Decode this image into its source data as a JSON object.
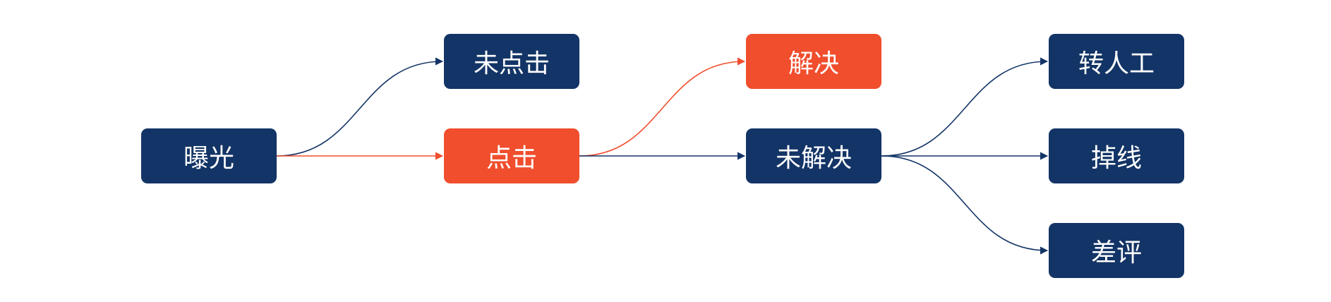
{
  "diagram": {
    "colors": {
      "primary": "#133466",
      "highlight": "#f04e2d",
      "text": "#ffffff",
      "background": "#ffffff"
    },
    "nodes": {
      "exposure": {
        "label": "曝光",
        "highlighted": false
      },
      "no_click": {
        "label": "未点击",
        "highlighted": false
      },
      "click": {
        "label": "点击",
        "highlighted": true
      },
      "resolved": {
        "label": "解决",
        "highlighted": true
      },
      "unresolved": {
        "label": "未解决",
        "highlighted": false
      },
      "transfer": {
        "label": "转人工",
        "highlighted": false
      },
      "dropped": {
        "label": "掉线",
        "highlighted": false
      },
      "bad_review": {
        "label": "差评",
        "highlighted": false
      }
    },
    "edges": [
      {
        "from": "exposure",
        "to": "no_click",
        "highlighted": false
      },
      {
        "from": "exposure",
        "to": "click",
        "highlighted": true
      },
      {
        "from": "click",
        "to": "resolved",
        "highlighted": true
      },
      {
        "from": "click",
        "to": "unresolved",
        "highlighted": false
      },
      {
        "from": "unresolved",
        "to": "transfer",
        "highlighted": false
      },
      {
        "from": "unresolved",
        "to": "dropped",
        "highlighted": false
      },
      {
        "from": "unresolved",
        "to": "bad_review",
        "highlighted": false
      }
    ]
  }
}
